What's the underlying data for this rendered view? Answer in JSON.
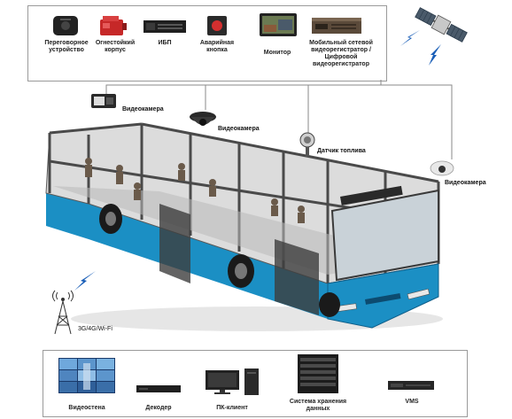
{
  "top_devices": [
    {
      "id": "intercom",
      "label": "Переговорное устройство",
      "icon": "intercom-icon"
    },
    {
      "id": "fireproof",
      "label": "Огнестойкий корпус",
      "icon": "fireproof-case-icon"
    },
    {
      "id": "ups",
      "label": "ИБП",
      "icon": "ups-icon"
    },
    {
      "id": "alarm",
      "label": "Аварийная кнопка",
      "icon": "alarm-button-icon"
    },
    {
      "id": "monitor",
      "label": "Монитор",
      "icon": "monitor-icon"
    },
    {
      "id": "mnvr",
      "label": "Мобильный сетевой видеорегистратор / Цифровой видеорегистратор",
      "icon": "mobile-dvr-icon"
    }
  ],
  "bus_labels": {
    "camera_front": "Видеокамера",
    "camera_dome": "Видеокамера",
    "fuel_sensor": "Датчик топлива",
    "camera_rear": "Видеокамера",
    "tower": "3G/4G/Wi-Fi"
  },
  "bottom_devices": [
    {
      "id": "videowall",
      "label": "Видеостена",
      "icon": "videowall-icon"
    },
    {
      "id": "decoder",
      "label": "Декодер",
      "icon": "decoder-icon"
    },
    {
      "id": "pc",
      "label": "ПК-клиент",
      "icon": "pc-client-icon"
    },
    {
      "id": "storage",
      "label": "Система хранения данных",
      "icon": "storage-icon"
    },
    {
      "id": "vms",
      "label": "VMS",
      "icon": "vms-icon"
    }
  ],
  "colors": {
    "bus": "#1b8fc4",
    "bus_dark": "#0f5f8a",
    "frame": "#9a9a9a",
    "lightning": "#1a5fb8"
  }
}
